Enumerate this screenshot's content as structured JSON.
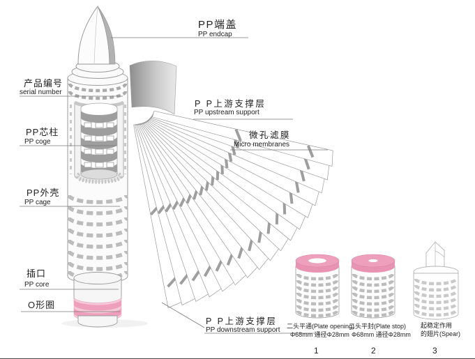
{
  "labels": {
    "endcap_zh": "PP端盖",
    "endcap_en": "PP endcap",
    "serial_zh": "产品编号",
    "serial_en": "serial number",
    "core_column_zh": "PP芯柱",
    "core_column_en": "PP coge",
    "cage_zh": "PP外壳",
    "cage_en": "PP cage",
    "socket_zh": "插口",
    "socket_en": "PP core",
    "oring_zh": "O形圈",
    "upstream_zh": "P P上游支撑层",
    "upstream_en": "PP upstream support",
    "membrane_zh": "微孔滤膜",
    "membrane_en": "Micro membranes",
    "downstream_zh": "P P上游支撑层",
    "downstream_en": "PP downstream support"
  },
  "variants": [
    {
      "title": "二头平通(Plate opening)",
      "spec": "Φ68mm 通径Φ28mm",
      "num": "1"
    },
    {
      "title": "二头平封(Plate stop)",
      "spec": "Φ68mm 通径Φ28mm",
      "num": "2"
    },
    {
      "title": "起稳定作用",
      "spec": "的翅片(Spear)",
      "num": "3"
    }
  ],
  "colors": {
    "pink": "#ee9fbb",
    "pink_light": "#f6c9d8",
    "band_gray": "#9e9e9e",
    "outline_gray": "#9b9b9b"
  }
}
